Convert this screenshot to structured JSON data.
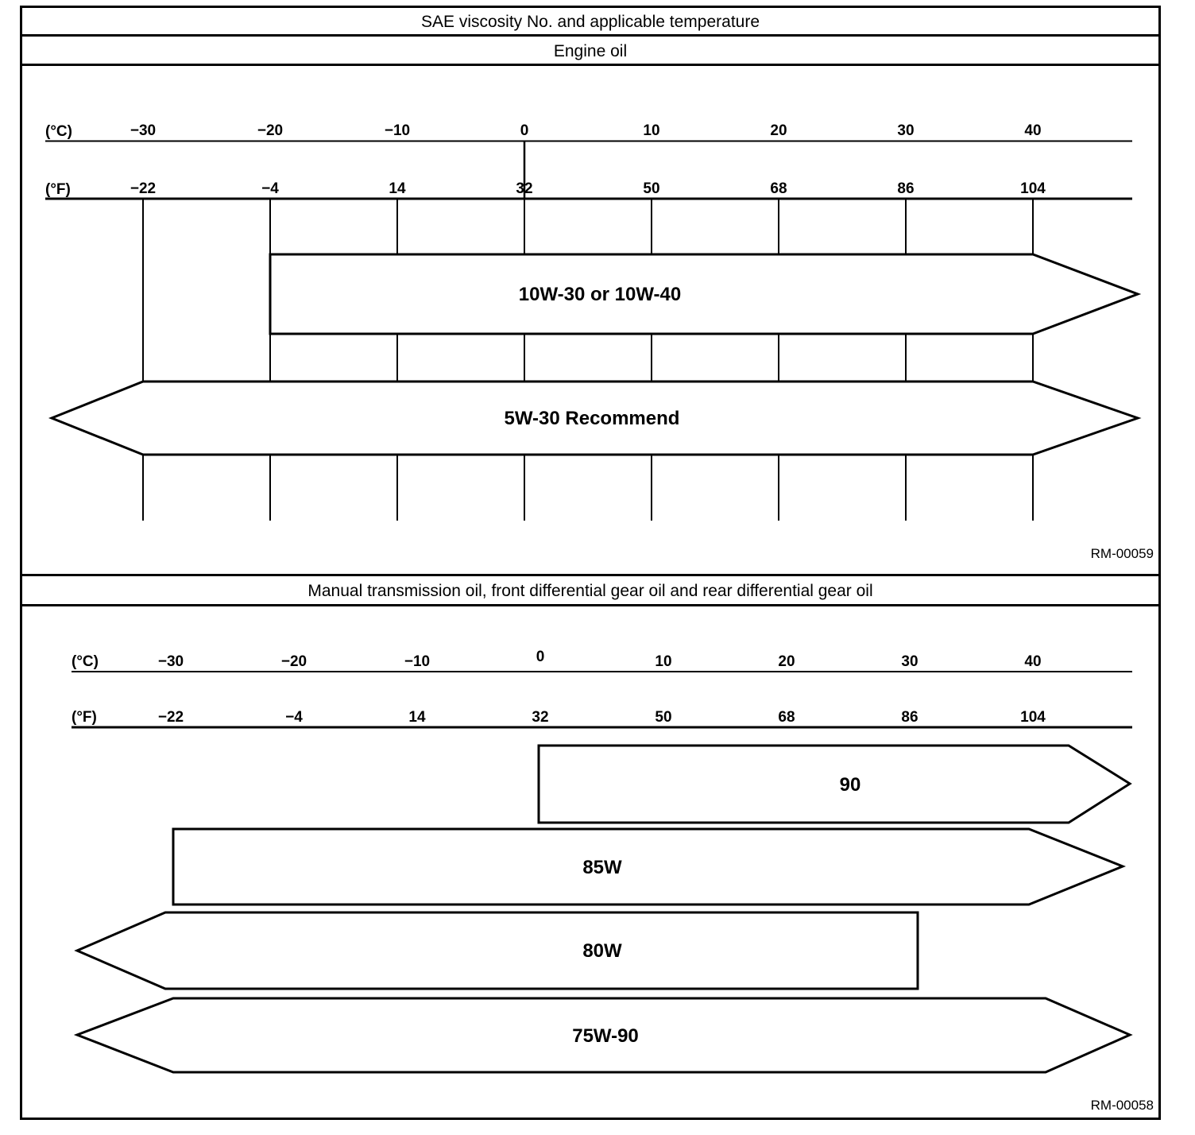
{
  "document": {
    "title": "SAE viscosity No. and applicable temperature"
  },
  "engine": {
    "header": "Engine oil",
    "celsius_unit": "(°C)",
    "fahrenheit_unit": "(°F)",
    "celsius_ticks": [
      "−30",
      "−20",
      "−10",
      "0",
      "10",
      "20",
      "30",
      "40"
    ],
    "fahrenheit_ticks": [
      "−22",
      "−4",
      "14",
      "32",
      "50",
      "68",
      "86",
      "104"
    ],
    "bar_10w": "10W-30 or 10W-40",
    "bar_5w": "5W-30 Recommend",
    "ref_code": "RM-00059"
  },
  "transmission": {
    "header": "Manual transmission oil, front differential gear oil and rear differential gear oil",
    "celsius_unit": "(°C)",
    "fahrenheit_unit": "(°F)",
    "celsius_ticks": [
      "−30",
      "−20",
      "−10",
      "0",
      "10",
      "20",
      "30",
      "40"
    ],
    "fahrenheit_ticks": [
      "−22",
      "−4",
      "14",
      "32",
      "50",
      "68",
      "86",
      "104"
    ],
    "bar_90": "90",
    "bar_85w": "85W",
    "bar_80w": "80W",
    "bar_75w90": "75W-90",
    "ref_code": "RM-00058"
  },
  "colors": {
    "ink": "#000000",
    "paper": "#ffffff"
  },
  "chart_data": [
    {
      "type": "bar",
      "subtype": "temperature-range-arrow-bars",
      "title": "Engine oil",
      "xlabel": "Applicable temperature",
      "x_axis_celsius": [
        -30,
        -20,
        -10,
        0,
        10,
        20,
        30,
        40
      ],
      "x_axis_fahrenheit": [
        -22,
        -4,
        14,
        32,
        50,
        68,
        86,
        104
      ],
      "xlim_celsius": [
        -30,
        40
      ],
      "grid": false,
      "series": [
        {
          "name": "10W-30 or 10W-40",
          "min_c": -20,
          "max_c": 40,
          "open_low": false,
          "open_high": true
        },
        {
          "name": "5W-30 Recommend",
          "min_c": -30,
          "max_c": 40,
          "open_low": true,
          "open_high": true
        }
      ],
      "ref_code": "RM-00059"
    },
    {
      "type": "bar",
      "subtype": "temperature-range-arrow-bars",
      "title": "Manual transmission oil, front differential gear oil and rear differential gear oil",
      "xlabel": "Applicable temperature",
      "x_axis_celsius": [
        -30,
        -20,
        -10,
        0,
        10,
        20,
        30,
        40
      ],
      "x_axis_fahrenheit": [
        -22,
        -4,
        14,
        32,
        50,
        68,
        86,
        104
      ],
      "xlim_celsius": [
        -30,
        40
      ],
      "grid": false,
      "series": [
        {
          "name": "90",
          "min_c": 0,
          "max_c": 40,
          "open_low": false,
          "open_high": true
        },
        {
          "name": "85W",
          "min_c": -30,
          "max_c": 40,
          "open_low": false,
          "open_high": true
        },
        {
          "name": "80W",
          "min_c": -30,
          "max_c": 30,
          "open_low": true,
          "open_high": false
        },
        {
          "name": "75W-90",
          "min_c": -30,
          "max_c": 40,
          "open_low": true,
          "open_high": true
        }
      ],
      "ref_code": "RM-00058"
    }
  ]
}
